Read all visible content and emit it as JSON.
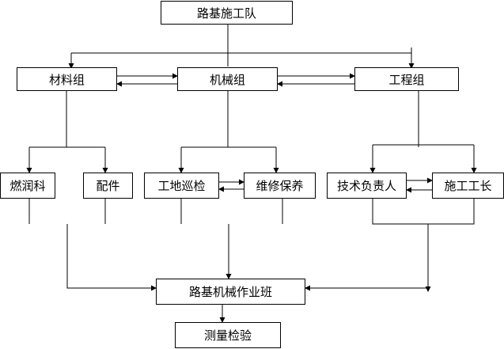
{
  "diagram": {
    "nodes": {
      "root": "路基施工队",
      "materials": "材料组",
      "machinery": "机械组",
      "engineering": "工程组",
      "fuel": "燃润科",
      "parts": "配件",
      "inspection": "工地巡检",
      "maintenance": "维修保养",
      "tech_lead": "技术负责人",
      "foreman": "施工工长",
      "crew": "路基机械作业班",
      "survey": "测量检验"
    },
    "line_color": "#000000"
  }
}
